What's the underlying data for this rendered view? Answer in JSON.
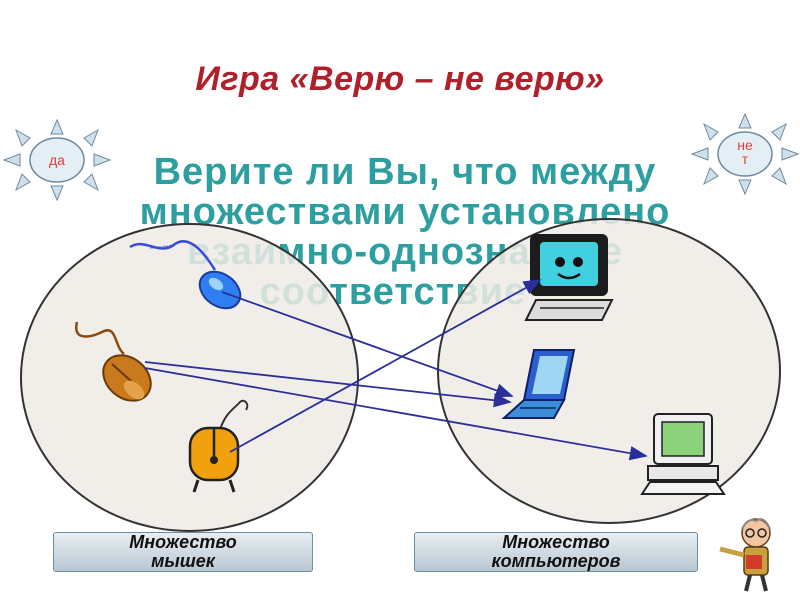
{
  "slide": {
    "title": "Игра «Верю – не верю»",
    "question_lines": [
      "Верите ли Вы, что между",
      "множествами установлено",
      "взаимно-однозначное",
      "соответствие?"
    ]
  },
  "answers": {
    "yes": "да",
    "no_line1": "не",
    "no_line2": "т"
  },
  "sets": {
    "mice_label_line1": "Множество",
    "mice_label_line2": "мышек",
    "computers_label_line1": "Множество",
    "computers_label_line2": "компьютеров"
  },
  "icons": {
    "mice": [
      "blue-mouse-icon",
      "orange-mouse-icon",
      "cartoon-mouse-icon"
    ],
    "computers": [
      "smiling-monitor-icon",
      "laptop-icon",
      "green-computer-icon"
    ],
    "character": "professor-icon"
  },
  "colors": {
    "title": "#b0202a",
    "question": "#2e9fa0",
    "arrow": "#2a2f9a",
    "answer_text": "#e0403a"
  }
}
